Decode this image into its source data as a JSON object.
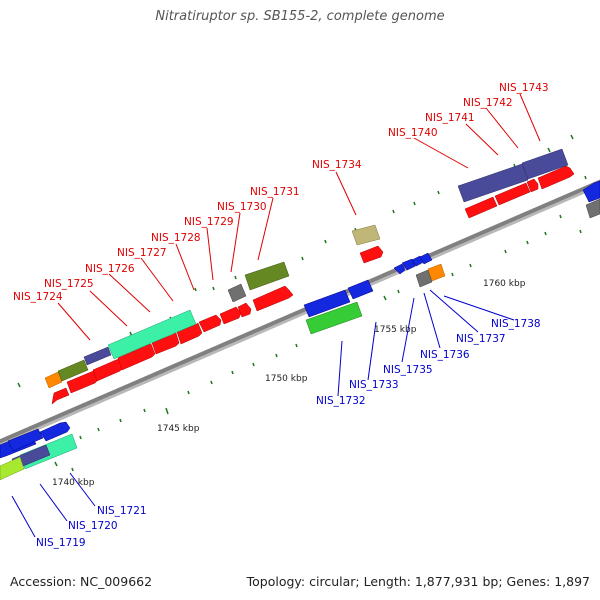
{
  "title": "Nitratiruptor sp. SB155-2, complete genome",
  "footer": {
    "accession": "Accession: NC_009662",
    "summary": "Topology: circular; Length: 1,877,931 bp; Genes: 1,897"
  },
  "colors": {
    "forward_label": "#e00000",
    "reverse_label": "#0000cc",
    "red_gene": "#ff1010",
    "blue_gene": "#1428e0",
    "green_cds": "#35cc35",
    "aqua_cds": "#3cf0a8",
    "olive_cds": "#668822",
    "purple_cds": "#4a4a9a",
    "khaki_cds": "#c0b678",
    "orange_cds": "#ff8800",
    "grey_cds": "#707070",
    "axis": "#808080",
    "tick": "#1a7a1a"
  },
  "scale_labels": [
    "1740 kbp",
    "1745 kbp",
    "1750 kbp",
    "1755 kbp",
    "1760 kbp"
  ],
  "forward_genes": [
    "NIS_1724",
    "NIS_1725",
    "NIS_1726",
    "NIS_1727",
    "NIS_1728",
    "NIS_1729",
    "NIS_1730",
    "NIS_1731",
    "NIS_1734",
    "NIS_1740",
    "NIS_1741",
    "NIS_1742",
    "NIS_1743"
  ],
  "reverse_genes": [
    "NIS_1719",
    "NIS_1720",
    "NIS_1721",
    "NIS_1732",
    "NIS_1733",
    "NIS_1735",
    "NIS_1736",
    "NIS_1737",
    "NIS_1738"
  ]
}
